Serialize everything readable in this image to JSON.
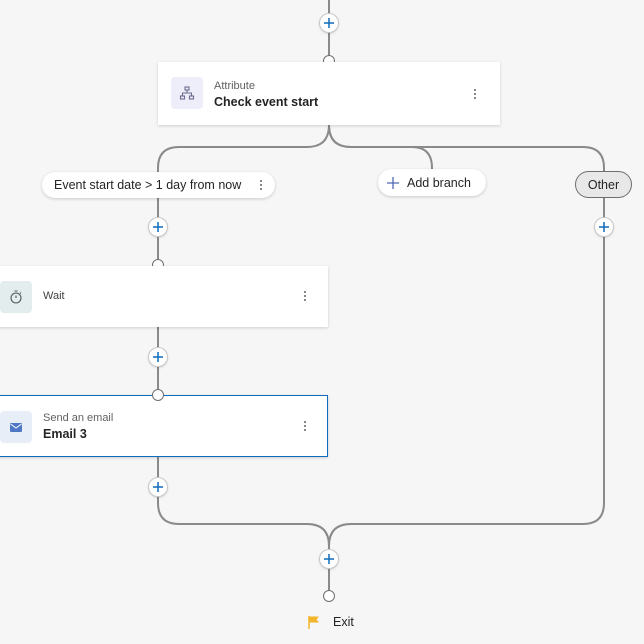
{
  "nodes": {
    "attribute": {
      "type_label": "Attribute",
      "title": "Check event start",
      "icon": "branch-icon"
    },
    "wait": {
      "title": "Wait",
      "icon": "timer-icon"
    },
    "email": {
      "type_label": "Send an email",
      "title": "Email 3",
      "icon": "mail-icon"
    }
  },
  "branches": {
    "condition_label": "Event start date > 1 day from now",
    "add_branch_label": "Add branch",
    "other_label": "Other"
  },
  "exit": {
    "label": "Exit",
    "icon": "flag-icon"
  },
  "colors": {
    "canvas_bg": "#f6f6f6",
    "connector": "#8a8a8a",
    "accent": "#0f6cbd",
    "attribute_icon_bg": "#eeeefb",
    "wait_icon_bg": "#e4eded",
    "email_icon_bg": "#e8eef8",
    "flag": "#f2b428"
  }
}
